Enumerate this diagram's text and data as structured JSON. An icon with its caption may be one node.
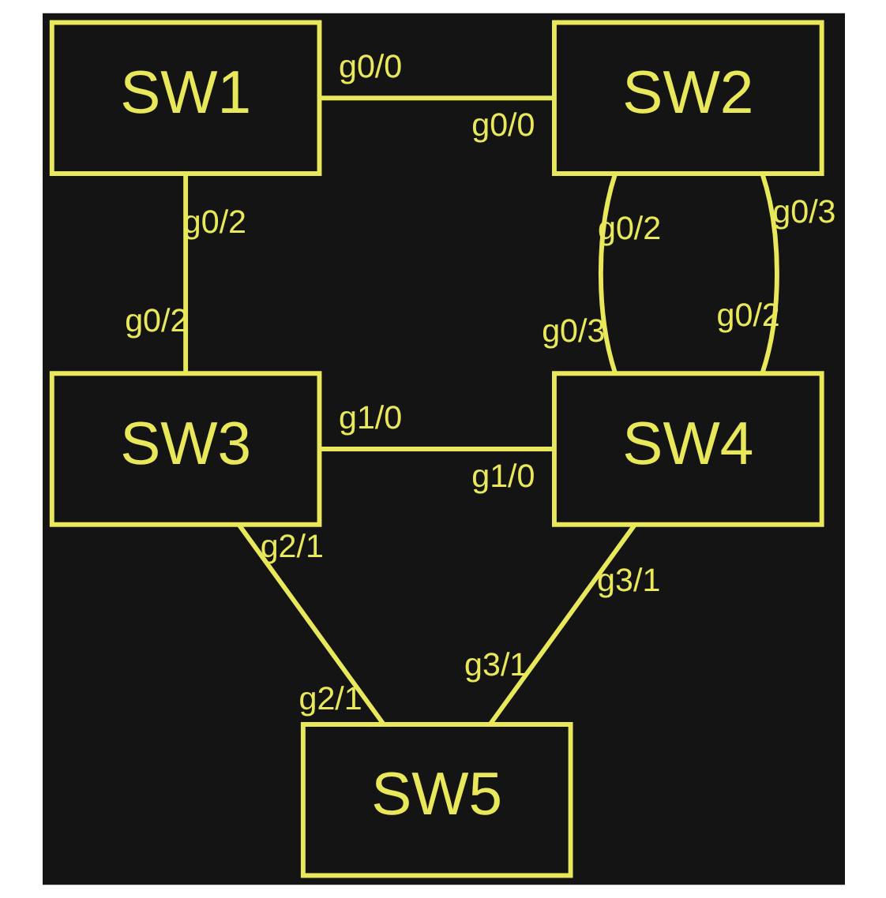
{
  "diagram": {
    "nodes": [
      {
        "text": [
          "SW1"
        ]
      },
      {
        "text": [
          "SW2"
        ]
      },
      {
        "text": [
          "SW3"
        ]
      },
      {
        "text": [
          "SW4"
        ]
      },
      {
        "text": [
          "SW5"
        ]
      }
    ],
    "edges": [
      {
        "from": 0,
        "to": 1,
        "arrow": "none"
      },
      {
        "from": 0,
        "to": 2,
        "arrow": "none"
      },
      {
        "from": 1,
        "to": 3,
        "arrow": "none"
      },
      {
        "from": 1,
        "to": 3,
        "arrow": "none"
      },
      {
        "from": 2,
        "to": 3,
        "arrow": "none"
      },
      {
        "from": 2,
        "to": 4,
        "arrow": "none"
      },
      {
        "from": 3,
        "to": 4,
        "arrow": "none"
      }
    ],
    "labels": [
      "g0/0",
      "g0/0",
      "g0/2",
      "g0/2",
      "g0/3",
      "g0/2",
      "g0/3",
      "g0/2",
      "g1/0",
      "g1/0",
      "g2/1",
      "g3/1",
      "g2/1",
      "g3/1"
    ]
  }
}
